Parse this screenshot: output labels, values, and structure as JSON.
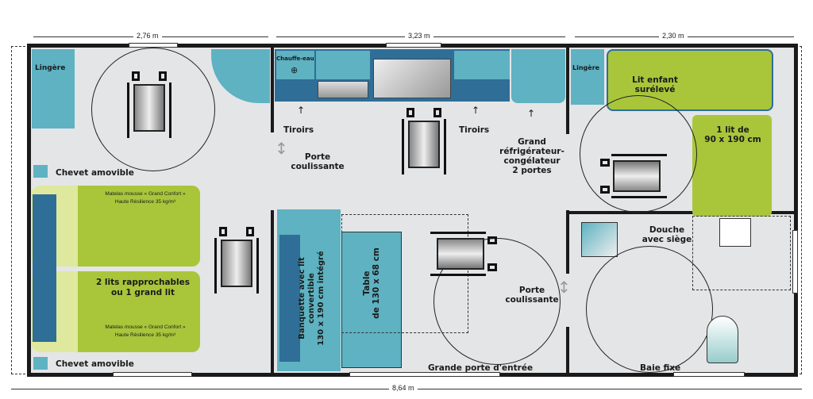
{
  "dimensions": {
    "left": "2,76 m",
    "middle": "3,23 m",
    "right": "2,30 m",
    "total": "8,64 m"
  },
  "bedroom1": {
    "storage": "Lingère",
    "nightstand_top": "Chevet amovible",
    "nightstand_bottom": "Chevet amovible",
    "mattress_note_1": "Matelas mousse « Grand Confort »",
    "mattress_note_2": "Haute Résilience 35 kg/m³",
    "beds_label_1": "2 lits rapprochables",
    "beds_label_2": "ou 1 grand lit"
  },
  "kitchen": {
    "water_heater": "Chauffe-eau",
    "drawers_left": "Tiroirs",
    "drawers_right": "Tiroirs",
    "fridge_1": "Grand",
    "fridge_2": "réfrigérateur-",
    "fridge_3": "congélateur",
    "fridge_4": "2 portes",
    "sliding_door_1": "Porte",
    "sliding_door_2": "coulissante"
  },
  "living": {
    "bench_1": "Banquette avec lit convertible",
    "bench_2": "130 x 190 cm intégré",
    "table_1": "Table",
    "table_2": "de 130 x 68 cm",
    "sliding_door_1": "Porte",
    "sliding_door_2": "coulissante",
    "entrance": "Grande porte d'entrée"
  },
  "bedroom2": {
    "storage": "Lingère",
    "child_bed_1": "Lit enfant",
    "child_bed_2": "surélevé",
    "bed_1": "1 lit de",
    "bed_2": "90 x 190 cm"
  },
  "bathroom": {
    "shower_1": "Douche",
    "shower_2": "avec siège",
    "window": "Baie fixe"
  }
}
